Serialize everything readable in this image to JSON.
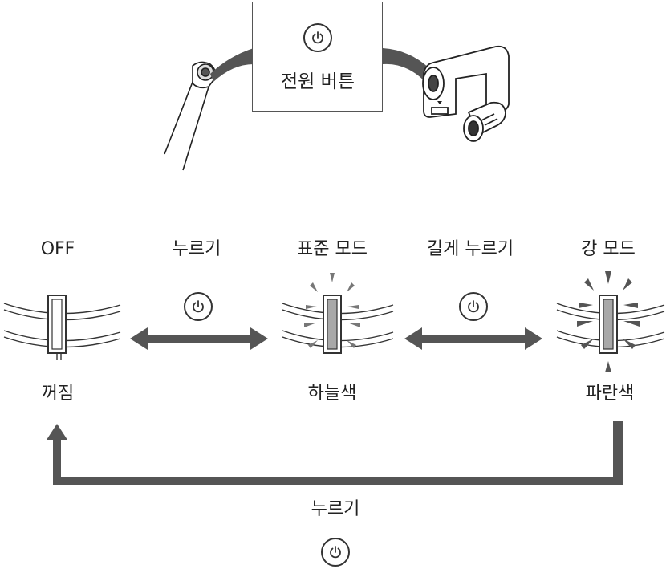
{
  "callout": {
    "label": "전원 버튼",
    "icon": "power-icon"
  },
  "states": {
    "off": {
      "mode": "OFF",
      "color_name": "꺼짐",
      "indicator_color": "#ffffff"
    },
    "standard": {
      "mode": "표준 모드",
      "color_name": "하늘색",
      "indicator_color": "#a8a8a8"
    },
    "strong": {
      "mode": "강 모드",
      "color_name": "파란색",
      "indicator_color": "#a8a8a8"
    }
  },
  "transitions": {
    "off_to_standard": {
      "action": "누르기",
      "icon": "power-icon"
    },
    "standard_to_strong": {
      "action": "길게 누르기",
      "icon": "power-icon"
    },
    "strong_to_off": {
      "action": "누르기",
      "icon": "power-icon"
    }
  },
  "colors": {
    "arrow": "#555555",
    "line": "#333333"
  }
}
